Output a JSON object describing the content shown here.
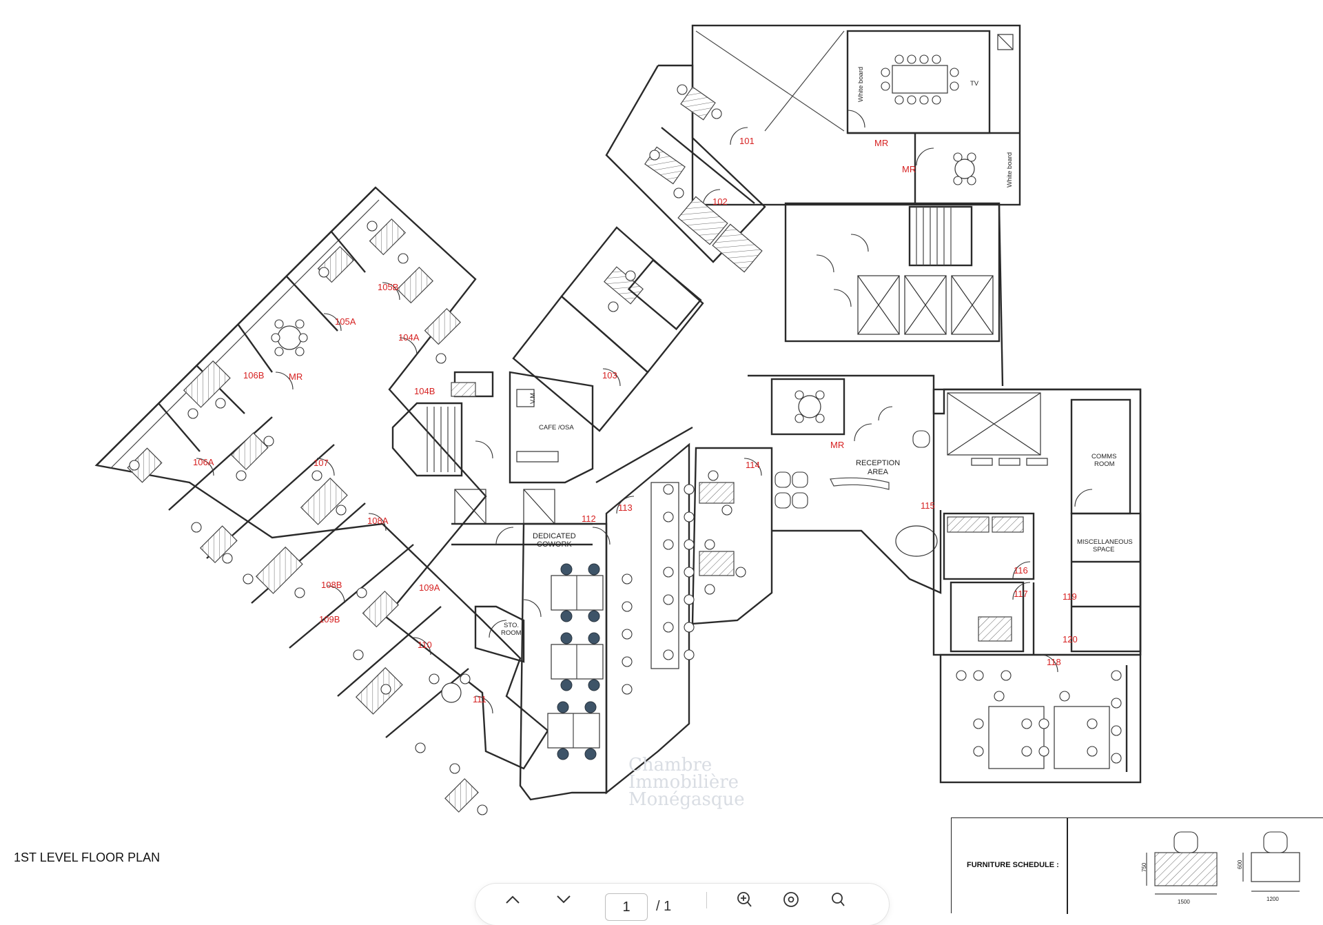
{
  "plan_title": "1ST LEVEL FLOOR PLAN",
  "watermark": [
    "Chambre",
    "Immobilière",
    "Monégasque"
  ],
  "rooms": {
    "r101": "101",
    "r102": "102",
    "r103": "103",
    "r104A": "104A",
    "r104B": "104B",
    "r105A": "105A",
    "r105B": "105B",
    "r106A": "106A",
    "r106B": "106B",
    "r107": "107",
    "r108A": "108A",
    "r108B": "108B",
    "r109A": "109A",
    "r109B": "109B",
    "r110": "110",
    "r111": "111",
    "r112": "112",
    "r113": "113",
    "r114": "114",
    "r115": "115",
    "r116": "116",
    "r117": "117",
    "r118": "118",
    "r119": "119",
    "r120": "120",
    "mr1": "MR",
    "mr2": "MR",
    "mr3": "MR",
    "mr4": "MR"
  },
  "labels": {
    "cafe": "CAFE /OSA",
    "vm": "V.M",
    "reception_1": "RECEPTION",
    "reception_2": "AREA",
    "cowork_1": "DEDICATED",
    "cowork_2": "COWORK",
    "storage_1": "STO.",
    "storage_2": "ROOM",
    "comms_1": "COMMS",
    "comms_2": "ROOM",
    "misc_1": "MISCELLANEOUS",
    "misc_2": "SPACE",
    "whiteboard_1": "White board",
    "whiteboard_2": "White board",
    "tv": "TV"
  },
  "schedule": {
    "title": "FURNITURE SCHEDULE :",
    "desk_large": {
      "width": "1500",
      "depth": "750"
    },
    "desk_small": {
      "width": "1200",
      "depth": "600"
    }
  },
  "toolbar": {
    "prev_icon": "chevron-up-icon",
    "next_icon": "chevron-down-icon",
    "page_current": "1",
    "page_total": "/ 1",
    "zoom_in_icon": "zoom-in-icon",
    "fit_icon": "fit-page-icon",
    "search_icon": "search-icon"
  }
}
